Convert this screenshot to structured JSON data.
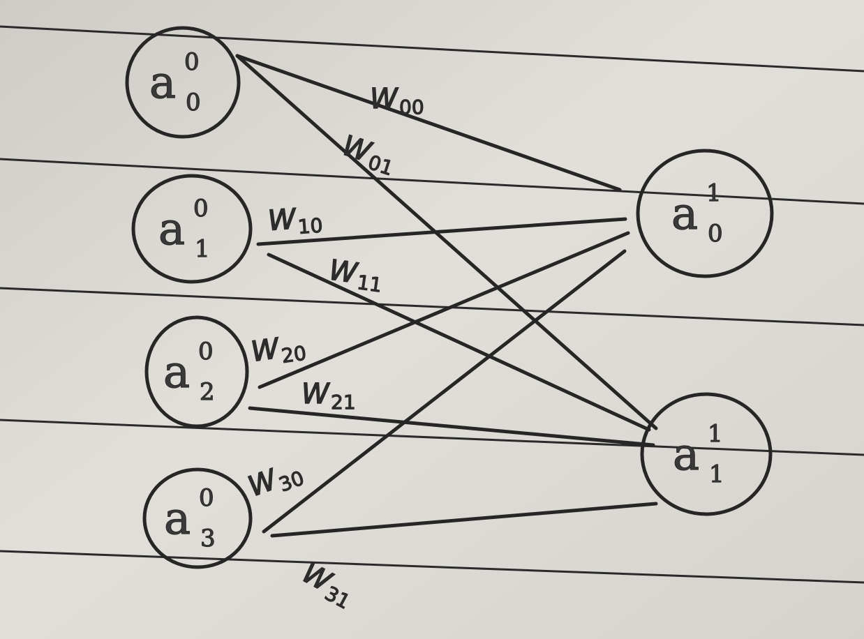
{
  "diagram": {
    "layers": [
      {
        "nodes": [
          {
            "letter": "a",
            "sup": "0",
            "sub": "0"
          },
          {
            "letter": "a",
            "sup": "0",
            "sub": "1"
          },
          {
            "letter": "a",
            "sup": "0",
            "sub": "2"
          },
          {
            "letter": "a",
            "sup": "0",
            "sub": "3"
          }
        ]
      },
      {
        "nodes": [
          {
            "letter": "a",
            "sup": "1",
            "sub": "0"
          },
          {
            "letter": "a",
            "sup": "1",
            "sub": "1"
          }
        ]
      }
    ],
    "edges": [
      {
        "from": 0,
        "to": 0,
        "w": "W",
        "idx": "00"
      },
      {
        "from": 0,
        "to": 1,
        "w": "W",
        "idx": "01"
      },
      {
        "from": 1,
        "to": 0,
        "w": "W",
        "idx": "10"
      },
      {
        "from": 1,
        "to": 1,
        "w": "W",
        "idx": "11"
      },
      {
        "from": 2,
        "to": 0,
        "w": "W",
        "idx": "20"
      },
      {
        "from": 2,
        "to": 1,
        "w": "W",
        "idx": "21"
      },
      {
        "from": 3,
        "to": 0,
        "w": "W",
        "idx": "30"
      },
      {
        "from": 3,
        "to": 1,
        "w": "W",
        "idx": "31"
      }
    ]
  }
}
